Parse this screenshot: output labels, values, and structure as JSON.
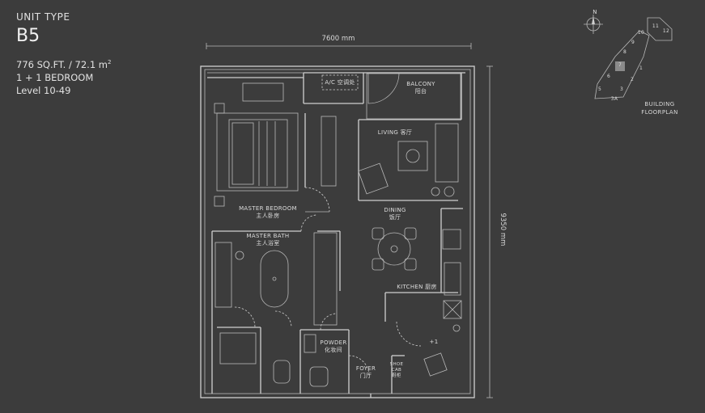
{
  "unit": {
    "type_label": "UNIT TYPE",
    "code": "B5",
    "area": "776 SQ.FT. / 72.1 m",
    "area_sup": "2",
    "rooms": "1 + 1 BEDROOM",
    "levels": "Level 10-49"
  },
  "dimensions": {
    "width": "7600 mm",
    "depth": "9350 mm"
  },
  "rooms": {
    "ac": "A/C 空调处",
    "balcony_en": "BALCONY",
    "balcony_cn": "阳台",
    "living": "LIVING 客厅",
    "master_bedroom_en": "MASTER BEDROOM",
    "master_bedroom_cn": "主人卧房",
    "master_bath_en": "MASTER BATH",
    "master_bath_cn": "主人浴室",
    "dining_en": "DINING",
    "dining_cn": "饭厅",
    "kitchen": "KITCHEN 厨房",
    "powder_en": "POWDER",
    "powder_cn": "化妆间",
    "foyer_en": "FOYER",
    "foyer_cn": "门厅",
    "shoe_1": "SHOE",
    "shoe_2": "CAB",
    "shoe_3": "鞋柜",
    "step_mark": "+1"
  },
  "key_plan": {
    "north": "N",
    "label_line1": "BUILDING",
    "label_line2": "FLOORPLAN",
    "units": [
      "1",
      "2",
      "3",
      "3A",
      "5",
      "6",
      "7",
      "8",
      "9",
      "10",
      "11",
      "12"
    ]
  },
  "colors": {
    "background": "#3c3c3c",
    "line": "#cfcfcf",
    "highlight": "#8a8a8a"
  }
}
